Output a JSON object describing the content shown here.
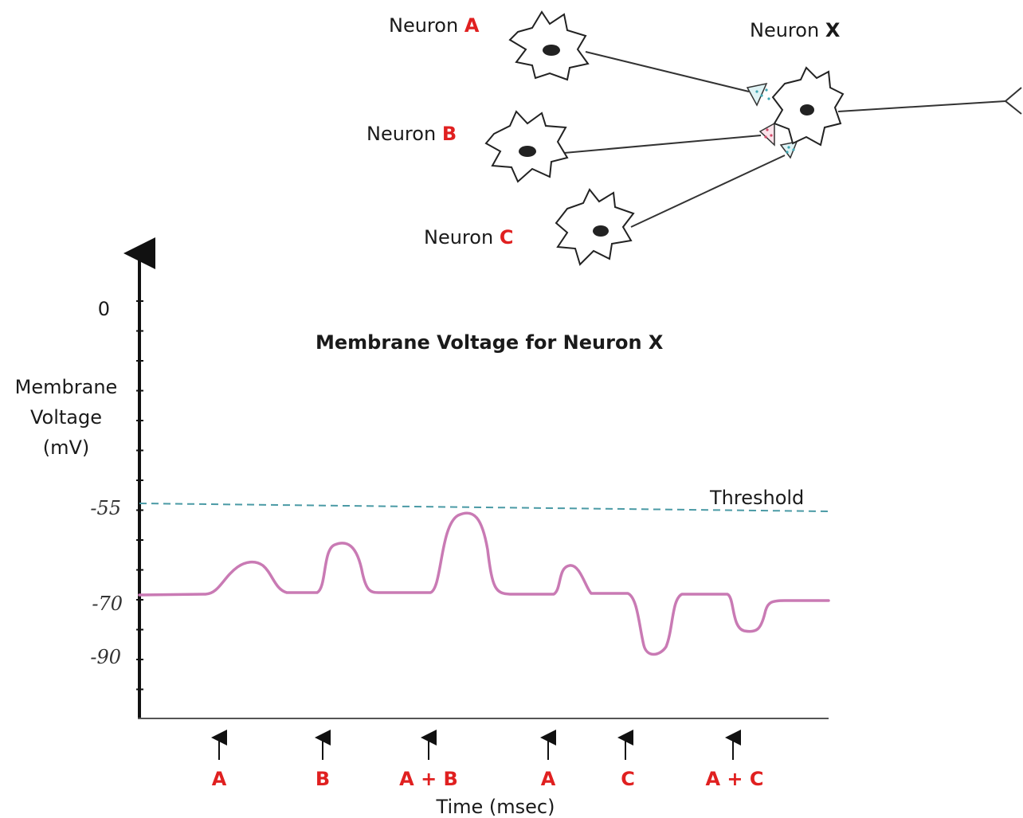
{
  "diagram": {
    "neurons": [
      {
        "prefix": "Neuron",
        "letter": "A"
      },
      {
        "prefix": "Neuron",
        "letter": "B"
      },
      {
        "prefix": "Neuron",
        "letter": "C"
      },
      {
        "prefix": "Neuron",
        "letter": "X"
      }
    ]
  },
  "chart_data": {
    "type": "line",
    "title": "Membrane Voltage for Neuron X",
    "ylabel_lines": [
      "Membrane",
      "Voltage",
      "(mV)"
    ],
    "xlabel": "Time (msec)",
    "y_ticks": [
      "0",
      "-55",
      "-70",
      "-90"
    ],
    "threshold_label": "Threshold",
    "threshold_value": -55,
    "resting_value": -70,
    "stimuli": [
      "A",
      "B",
      "A + B",
      "A",
      "C",
      "A + C"
    ],
    "colors": {
      "trace": "#c97ab4",
      "threshold": "#4a9aa5",
      "stimulus_label": "#e02020"
    }
  }
}
